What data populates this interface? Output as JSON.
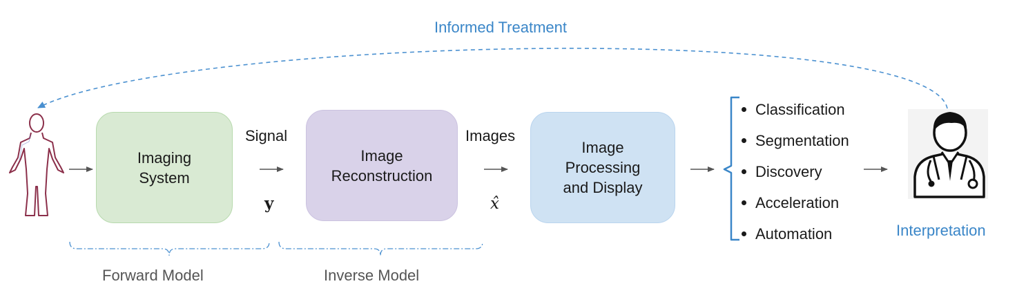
{
  "top_label": "Informed Treatment",
  "boxes": {
    "imaging": "Imaging\nSystem",
    "reconstruction": "Image\nReconstruction",
    "processing": "Image\nProcessing\nand Display"
  },
  "edges": {
    "signal": "Signal",
    "signal_symbol": "y",
    "images": "Images",
    "images_symbol": "x̂"
  },
  "tasks": [
    "Classification",
    "Segmentation",
    "Discovery",
    "Acceleration",
    "Automation"
  ],
  "interpretation": "Interpretation",
  "groups": {
    "forward": "Forward Model",
    "inverse": "Inverse Model"
  },
  "icons": {
    "patient": "human-body-outline-icon",
    "doctor": "doctor-icon"
  },
  "colors": {
    "accent_blue": "#3a86c8",
    "imaging_box": "#d9ead3",
    "reconstruction_box": "#d9d2e9",
    "processing_box": "#cfe2f3"
  }
}
